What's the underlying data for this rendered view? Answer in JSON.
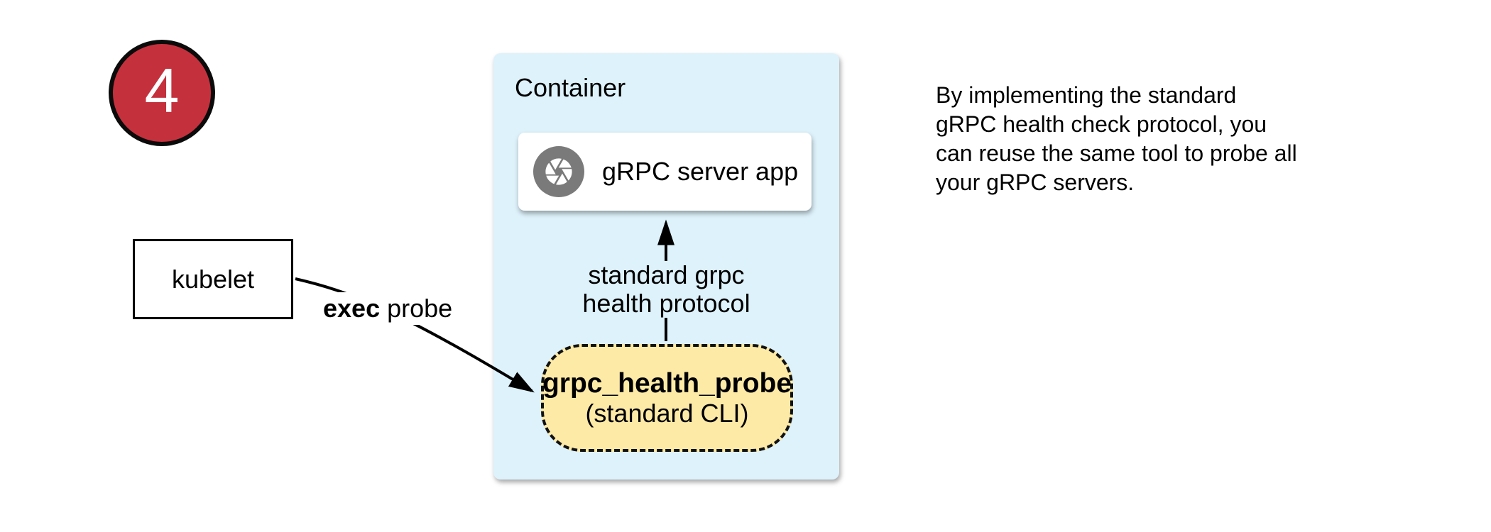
{
  "badge": {
    "number": "4",
    "fill_color": "#c5303d"
  },
  "kubelet": {
    "label": "kubelet"
  },
  "exec_probe": {
    "bold_text": "exec",
    "regular_text": " probe"
  },
  "container": {
    "title": "Container",
    "fill_color": "#def2fb",
    "server_app": {
      "label": "gRPC server app",
      "icon": "aperture-icon",
      "icon_color": "#7a7a7a"
    },
    "protocol_arrow_label": {
      "line1": "standard grpc",
      "line2": "health protocol"
    },
    "health_probe": {
      "title": "grpc_health_probe",
      "subtitle": "(standard CLI)",
      "fill_color": "#fdeaa7"
    }
  },
  "annotation": {
    "lines": [
      "By implementing the standard",
      "gRPC health check protocol, you",
      "can reuse the same tool to probe all",
      "your gRPC servers."
    ]
  },
  "arrow_color": "#000000"
}
